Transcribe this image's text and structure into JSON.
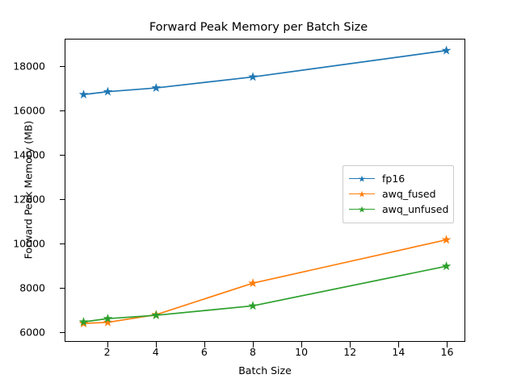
{
  "chart_data": {
    "type": "line",
    "title": "Forward Peak Memory per Batch Size",
    "xlabel": "Batch Size",
    "ylabel": "Forward Peak Memory (MB)",
    "x": [
      1,
      2,
      4,
      8,
      16
    ],
    "xlim": [
      0.25,
      16.75
    ],
    "ylim": [
      5550,
      19250
    ],
    "xticks": [
      2,
      4,
      6,
      8,
      10,
      12,
      14,
      16
    ],
    "xtick_labels": [
      "2",
      "4",
      "6",
      "8",
      "10",
      "12",
      "14",
      "16"
    ],
    "yticks": [
      6000,
      8000,
      10000,
      12000,
      14000,
      16000,
      18000
    ],
    "ytick_labels": [
      "6000",
      "8000",
      "10000",
      "12000",
      "14000",
      "16000",
      "18000"
    ],
    "grid": false,
    "legend_position": "center right",
    "marker": "star",
    "series": [
      {
        "name": "fp16",
        "color": "#1f77b4",
        "values": [
          16750,
          16880,
          17050,
          17550,
          18750
        ]
      },
      {
        "name": "awq_fused",
        "color": "#ff7f0e",
        "values": [
          6350,
          6400,
          6750,
          8180,
          10150
        ]
      },
      {
        "name": "awq_unfused",
        "color": "#2ca02c",
        "values": [
          6420,
          6570,
          6720,
          7150,
          8950
        ]
      }
    ]
  }
}
